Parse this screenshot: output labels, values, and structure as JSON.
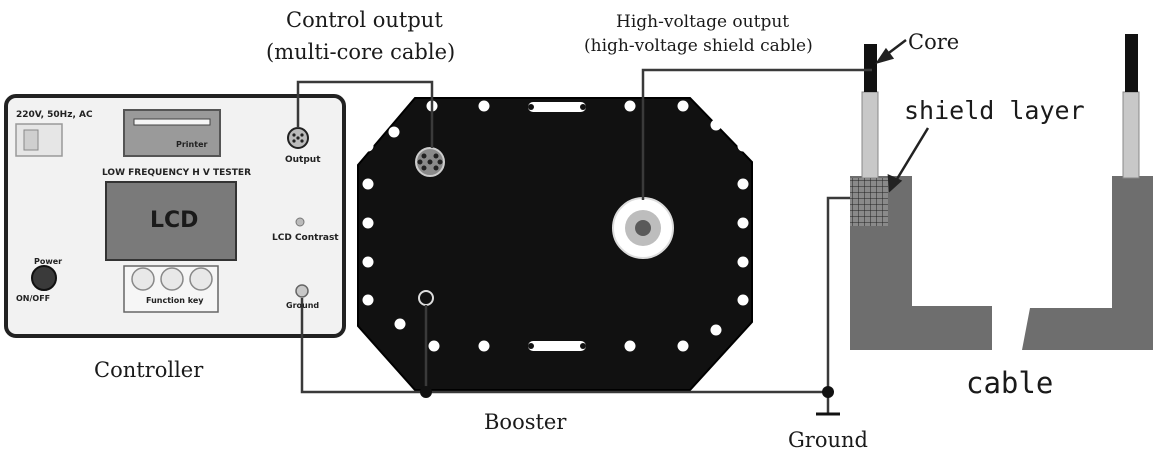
{
  "labels": {
    "control_output_line1": "Control output",
    "control_output_line2": "(multi-core cable)",
    "hv_output_line1": "High-voltage output",
    "hv_output_line2": "(high-voltage shield cable)",
    "core": "Core",
    "shield_layer": "shield layer",
    "cable": "cable",
    "controller": "Controller",
    "booster": "Booster",
    "ground": "Ground"
  },
  "panel": {
    "supply": "220V, 50Hz, AC",
    "printer": "Printer",
    "title": "LOW FREQUENCY H V TESTER",
    "lcd": "LCD",
    "output": "Output",
    "lcd_contrast": "LCD Contrast",
    "power": "Power",
    "on_off": "ON/OFF",
    "function_key": "Function key",
    "ground": "Ground"
  },
  "colors": {
    "booster_body": "#111111",
    "panel_face": "#f2f2f2",
    "lcd_fill": "#7a7a7a",
    "cable_jacket": "#6e6e6e",
    "wire": "#3a3a3a"
  },
  "icons": {
    "connector": "multi-pin-connector-icon",
    "hv_terminal": "high-voltage-terminal-icon",
    "ground": "ground-symbol-icon"
  }
}
